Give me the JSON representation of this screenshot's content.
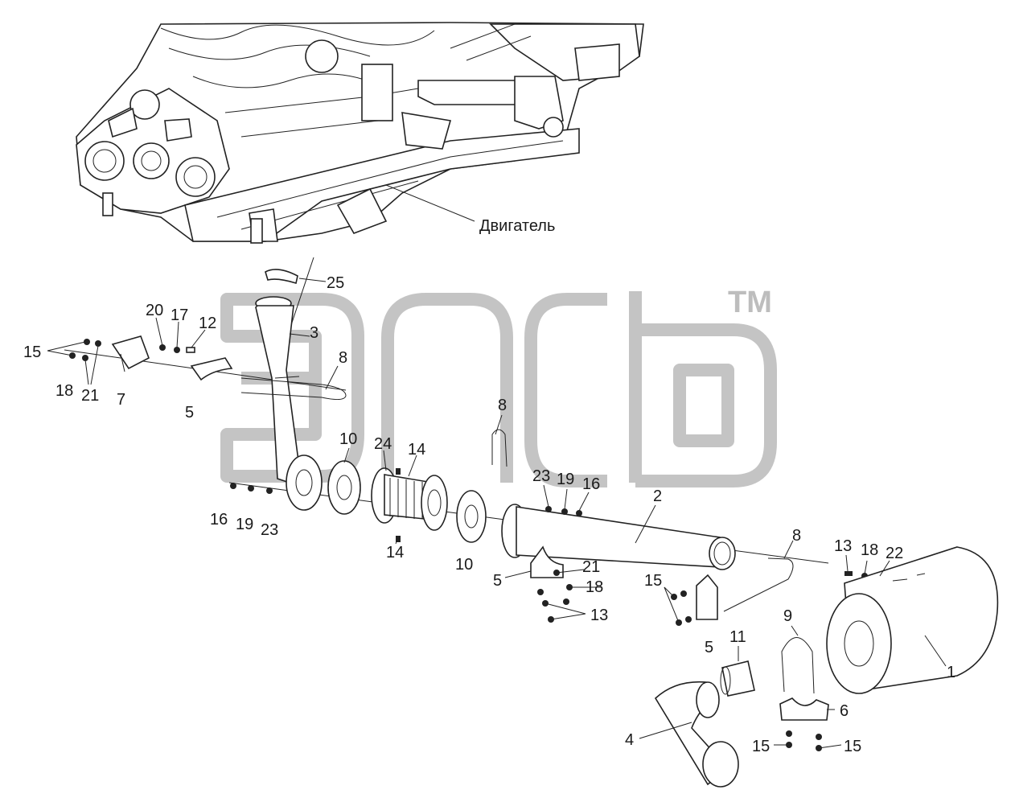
{
  "engine_label": "Двигатель",
  "watermark_tm": "TM",
  "callouts": {
    "p25": "25",
    "p20": "20",
    "p17": "17",
    "p12": "12",
    "p3": "3",
    "p15a": "15",
    "p8a": "8",
    "p18a": "18",
    "p21a": "21",
    "p7": "7",
    "p5a": "5",
    "p8b": "8",
    "p10a": "10",
    "p24": "24",
    "p14a": "14",
    "p16a": "16",
    "p19a": "19",
    "p23a": "23",
    "p14b": "14",
    "p23b": "23",
    "p19b": "19",
    "p16b": "16",
    "p2": "2",
    "p10b": "10",
    "p5b": "5",
    "p21b": "21",
    "p18b": "18",
    "p13a": "13",
    "p15b": "15",
    "p5c": "5",
    "p8c": "8",
    "p13b": "13",
    "p18c": "18",
    "p22": "22",
    "p9": "9",
    "p11": "11",
    "p1": "1",
    "p6": "6",
    "p4": "4",
    "p15c": "15",
    "p15d": "15"
  }
}
